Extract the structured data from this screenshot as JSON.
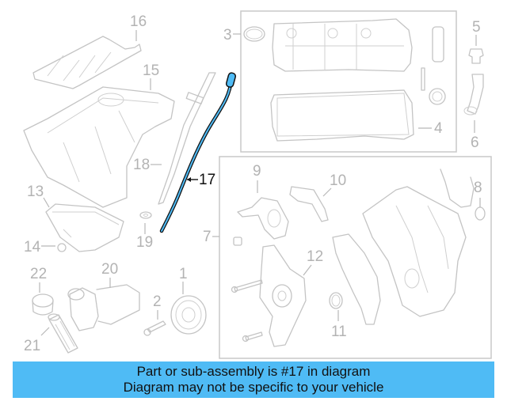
{
  "diagram": {
    "highlight_color": "#4fbbf5",
    "highlighted_part": "17",
    "group_boxes": [
      {
        "name": "valve-cover-group",
        "callout": "3"
      },
      {
        "name": "timing-cover-group",
        "callout": "7"
      }
    ],
    "callouts": [
      {
        "id": "1",
        "label": "1"
      },
      {
        "id": "2",
        "label": "2"
      },
      {
        "id": "3",
        "label": "3"
      },
      {
        "id": "4",
        "label": "4"
      },
      {
        "id": "5",
        "label": "5"
      },
      {
        "id": "6",
        "label": "6"
      },
      {
        "id": "7",
        "label": "7"
      },
      {
        "id": "8",
        "label": "8"
      },
      {
        "id": "9",
        "label": "9"
      },
      {
        "id": "10",
        "label": "10"
      },
      {
        "id": "11",
        "label": "11"
      },
      {
        "id": "12",
        "label": "12"
      },
      {
        "id": "13",
        "label": "13"
      },
      {
        "id": "14",
        "label": "14"
      },
      {
        "id": "15",
        "label": "15"
      },
      {
        "id": "16",
        "label": "16"
      },
      {
        "id": "17",
        "label": "17"
      },
      {
        "id": "18",
        "label": "18"
      },
      {
        "id": "19",
        "label": "19"
      },
      {
        "id": "20",
        "label": "20"
      },
      {
        "id": "21",
        "label": "21"
      },
      {
        "id": "22",
        "label": "22"
      }
    ]
  },
  "banner": {
    "line1": "Part or sub-assembly is #17 in diagram",
    "line2": "Diagram may not be specific to your vehicle"
  }
}
